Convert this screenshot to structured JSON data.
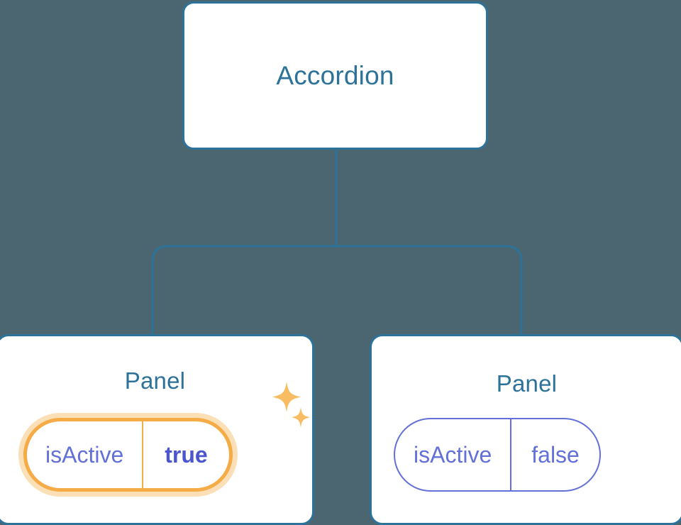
{
  "diagram": {
    "type": "component-tree",
    "background_color": "#4b6670",
    "node_border_color": "#2d7298",
    "node_text_color": "#2d7298",
    "connector_color": "#2d7298",
    "prop_color": "#6270d8",
    "highlight_color": "#f5ab46",
    "highlight_glow_color": "#f8c47a"
  },
  "root": {
    "label": "Accordion"
  },
  "children": [
    {
      "label": "Panel",
      "prop": {
        "key": "isActive",
        "value": "true",
        "highlighted": true,
        "bold_value": true,
        "sparkle": true
      }
    },
    {
      "label": "Panel",
      "prop": {
        "key": "isActive",
        "value": "false",
        "highlighted": false,
        "bold_value": false,
        "sparkle": false
      }
    }
  ],
  "icons": {
    "sparkle_large": "sparkle-icon",
    "sparkle_small": "sparkle-icon"
  }
}
